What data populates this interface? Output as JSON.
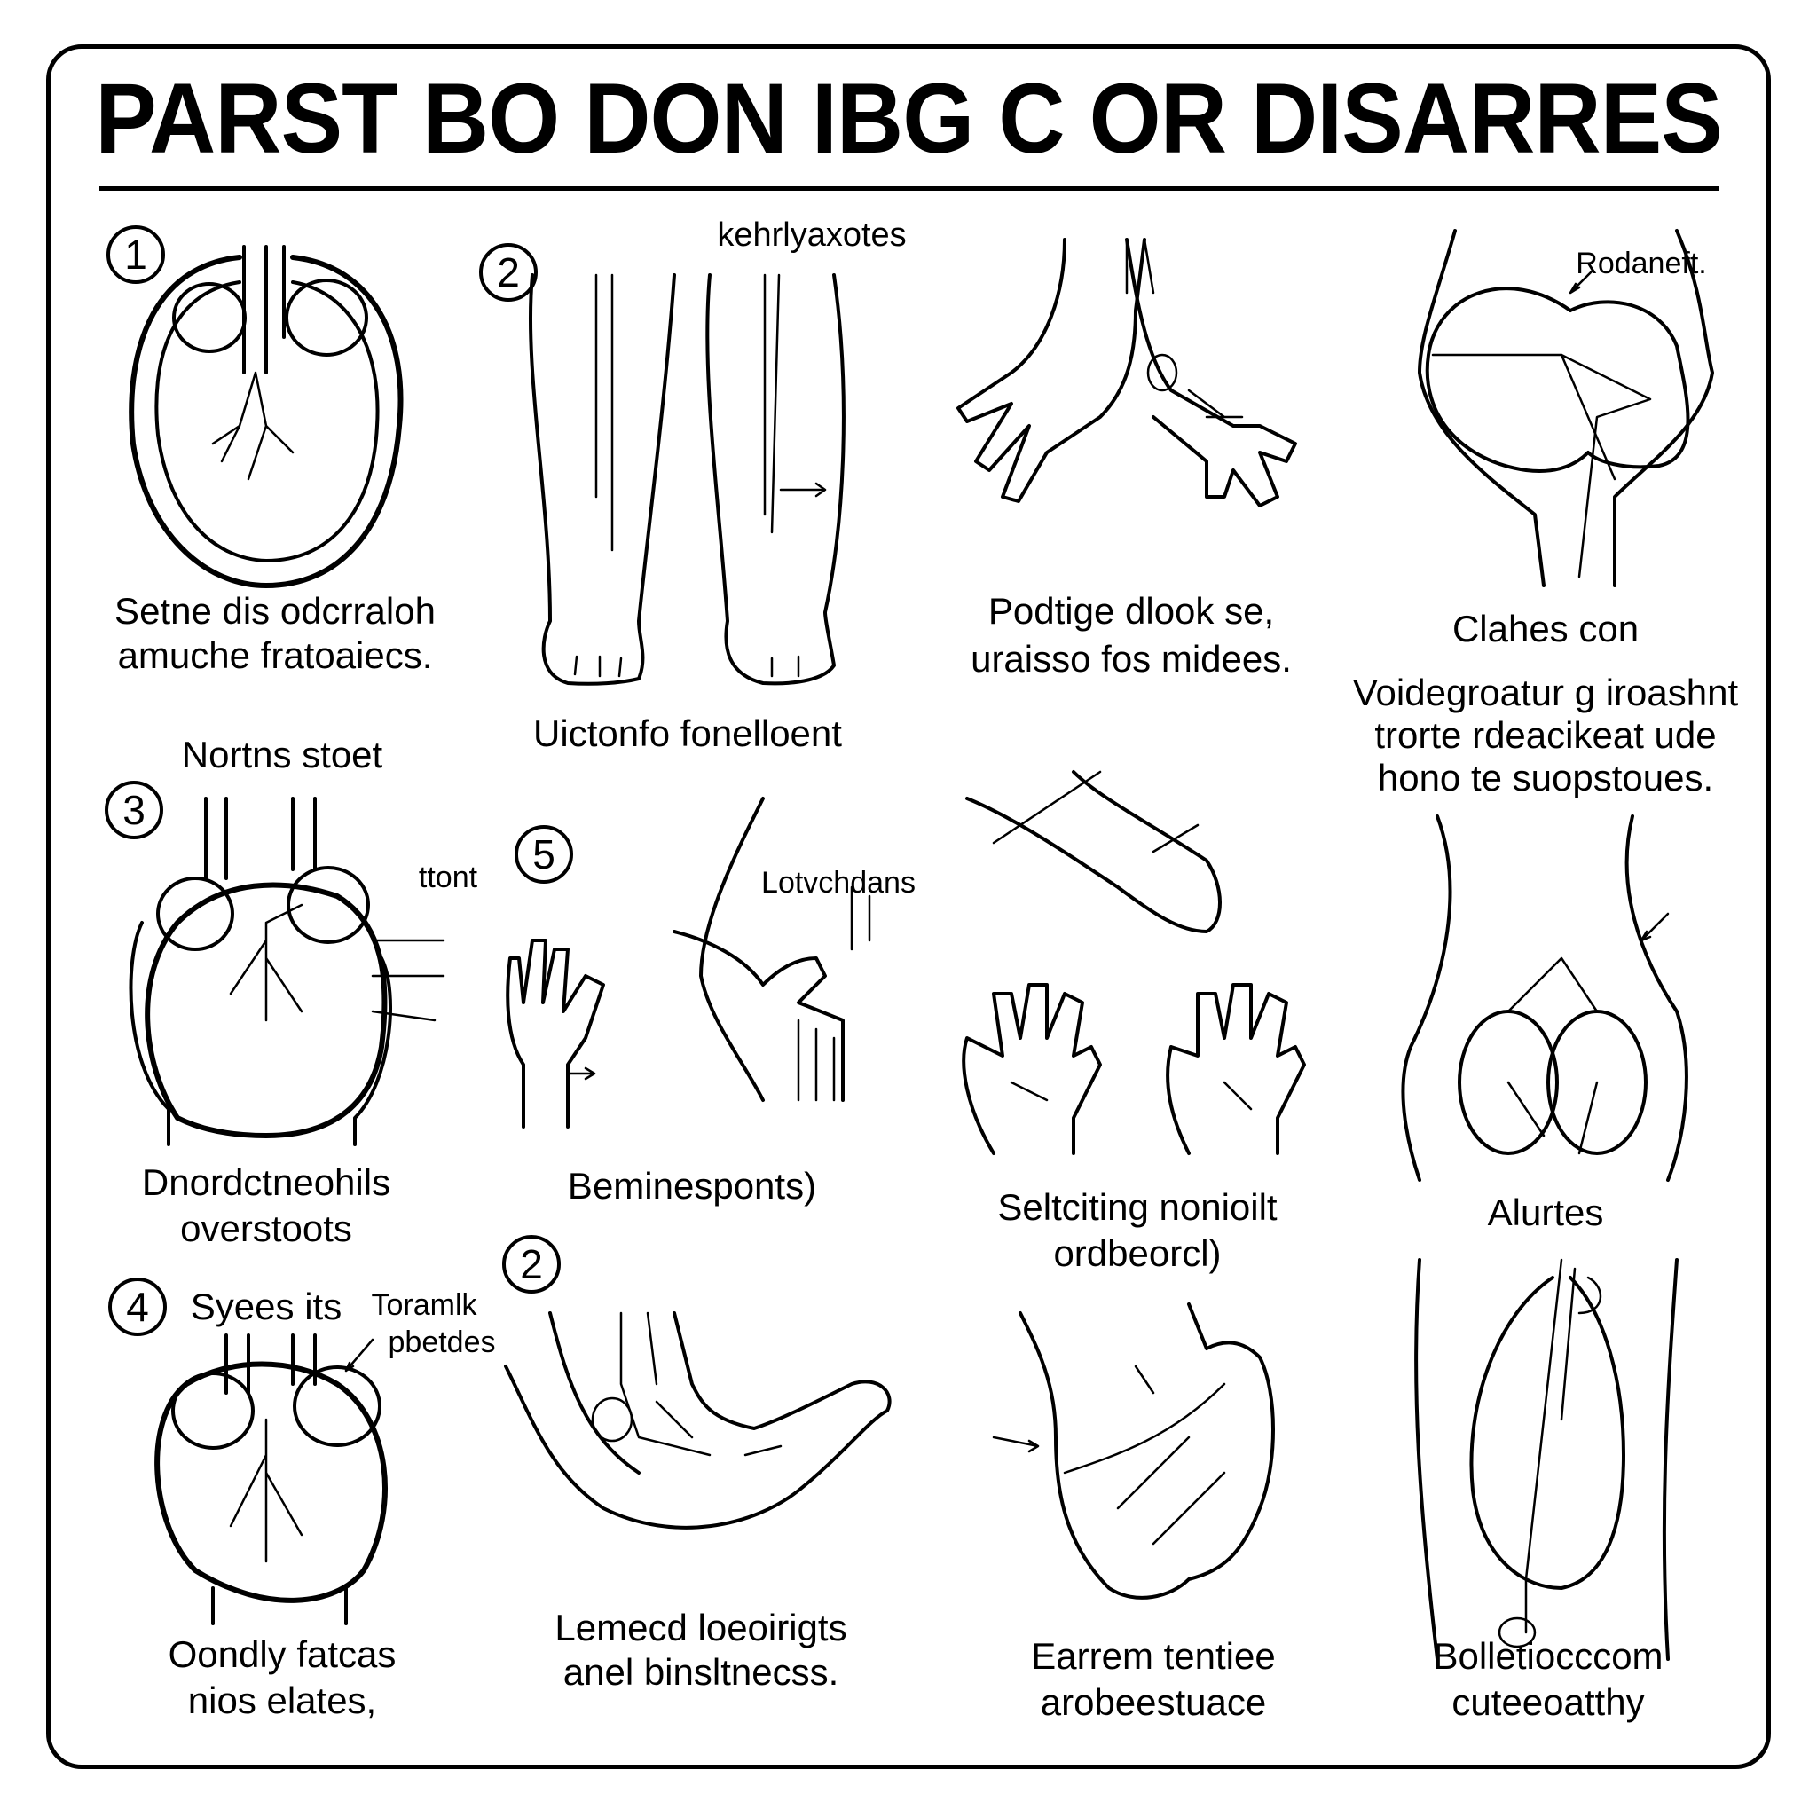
{
  "title": "PARST BO DON IBG C OR DISARRES",
  "panels": [
    {
      "id": "p1",
      "number": "1",
      "caption_lines": [
        "Setne dis odcrraloh",
        "amuche fratoaiecs."
      ]
    },
    {
      "id": "p2",
      "number": "2",
      "top_label": "kehrlyaxotes",
      "caption": "Uictonfo  fonelloent"
    },
    {
      "id": "p3",
      "caption_lines": [
        "Podtige dlook se,",
        "uraisso fos midees."
      ]
    },
    {
      "id": "p4",
      "top_label": "Rodaneft.",
      "caption_lines": [
        "Clahes con",
        "Voidegroatur g iroashnt",
        "trorte rdeacikeat ude",
        "hono te suopstoues."
      ]
    },
    {
      "id": "p5",
      "number": "3",
      "top_label": "Nortns stoet",
      "side_label": "ttont",
      "caption_lines": [
        "Dnordctneohils",
        "overstoots"
      ]
    },
    {
      "id": "p6",
      "number": "5",
      "top_label": "Lotvchdans",
      "caption": "Beminesponts)"
    },
    {
      "id": "p7",
      "caption_lines": [
        "Seltciting nonioilt",
        "ordbeorcl)"
      ]
    },
    {
      "id": "p8",
      "caption": "Alurtes"
    },
    {
      "id": "p9",
      "number": "4",
      "top_label_a": "Syees its",
      "top_label_b_lines": [
        "Toramlk",
        "pbetdes"
      ],
      "caption_lines": [
        "Oondly fatcas",
        "nios elates,"
      ]
    },
    {
      "id": "p10",
      "number": "2",
      "caption_lines": [
        "Lemecd loeoirigts",
        "anel binsltnecss."
      ]
    },
    {
      "id": "p11",
      "caption_lines": [
        "Earrem tentiee",
        "arobeestuace"
      ]
    },
    {
      "id": "p12",
      "caption_lines": [
        "Bolletiocccom",
        "cuteeoatthy"
      ]
    }
  ]
}
